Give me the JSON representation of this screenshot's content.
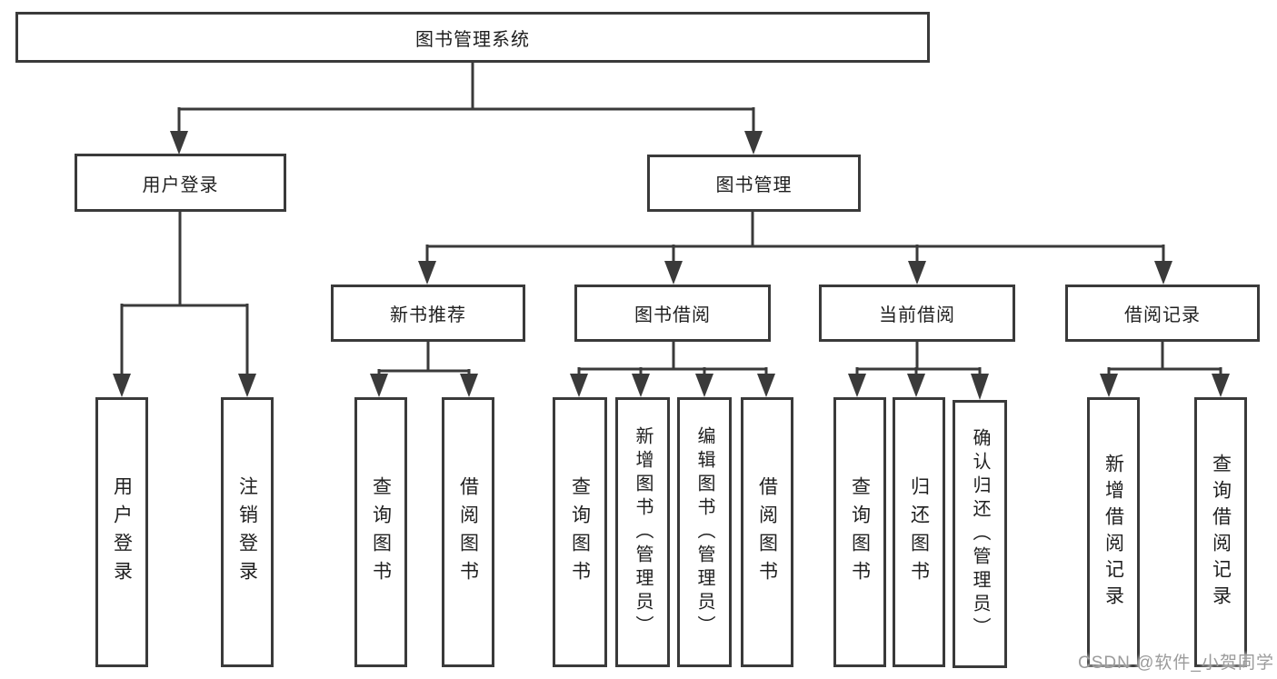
{
  "diagram": {
    "line_color": "#3a3a3a",
    "text_color": "#1f1f1f",
    "root": {
      "label": "图书管理系统",
      "children": [
        {
          "label": "用户登录",
          "children": [
            {
              "label": "用户登录"
            },
            {
              "label": "注销登录"
            }
          ]
        },
        {
          "label": "图书管理",
          "children": [
            {
              "label": "新书推荐",
              "children": [
                {
                  "label": "查询图书"
                },
                {
                  "label": "借阅图书"
                }
              ]
            },
            {
              "label": "图书借阅",
              "children": [
                {
                  "label": "查询图书"
                },
                {
                  "label": "新增图书（管理员）"
                },
                {
                  "label": "编辑图书（管理员）"
                },
                {
                  "label": "借阅图书"
                }
              ]
            },
            {
              "label": "当前借阅",
              "children": [
                {
                  "label": "查询图书"
                },
                {
                  "label": "归还图书"
                },
                {
                  "label": "确认归还（管理员）"
                }
              ]
            },
            {
              "label": "借阅记录",
              "children": [
                {
                  "label": "新增借阅记录"
                },
                {
                  "label": "查询借阅记录"
                }
              ]
            }
          ]
        }
      ]
    }
  },
  "watermark": {
    "text": "CSDN @软件_小贺同学",
    "color": "#9b9b9b"
  }
}
